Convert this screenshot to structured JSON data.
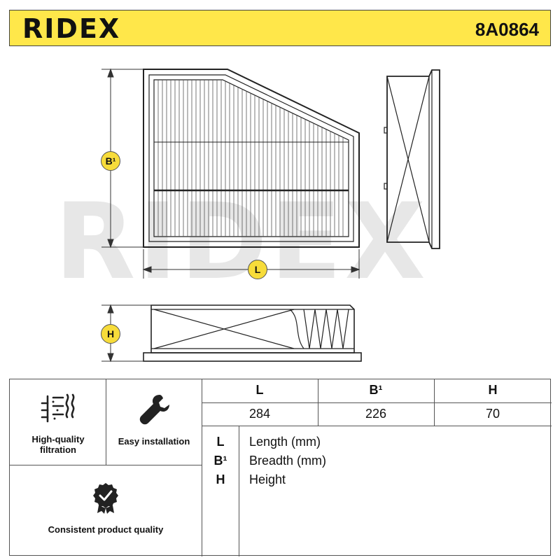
{
  "header": {
    "brand": "RIDEX",
    "part_number": "8A0864"
  },
  "watermark": "RIDEX",
  "dimension_badges": {
    "length": "L",
    "breadth": "B¹",
    "height": "H"
  },
  "features": [
    {
      "label": "High-quality filtration",
      "icon": "filtration-icon"
    },
    {
      "label": "Easy installation",
      "icon": "wrench-icon"
    },
    {
      "label": "Consistent product quality",
      "icon": "quality-seal-icon"
    }
  ],
  "dimensions": {
    "columns": [
      "L",
      "B¹",
      "H"
    ],
    "values": [
      "284",
      "226",
      "70"
    ]
  },
  "legend": [
    {
      "key": "L",
      "description": "Length (mm)"
    },
    {
      "key": "B¹",
      "description": "Breadth (mm)"
    },
    {
      "key": "H",
      "description": "Height"
    }
  ],
  "colors": {
    "header_bg": "#ffe74a",
    "badge_bg": "#f7dc3a",
    "watermark": "#e7e7e7"
  }
}
